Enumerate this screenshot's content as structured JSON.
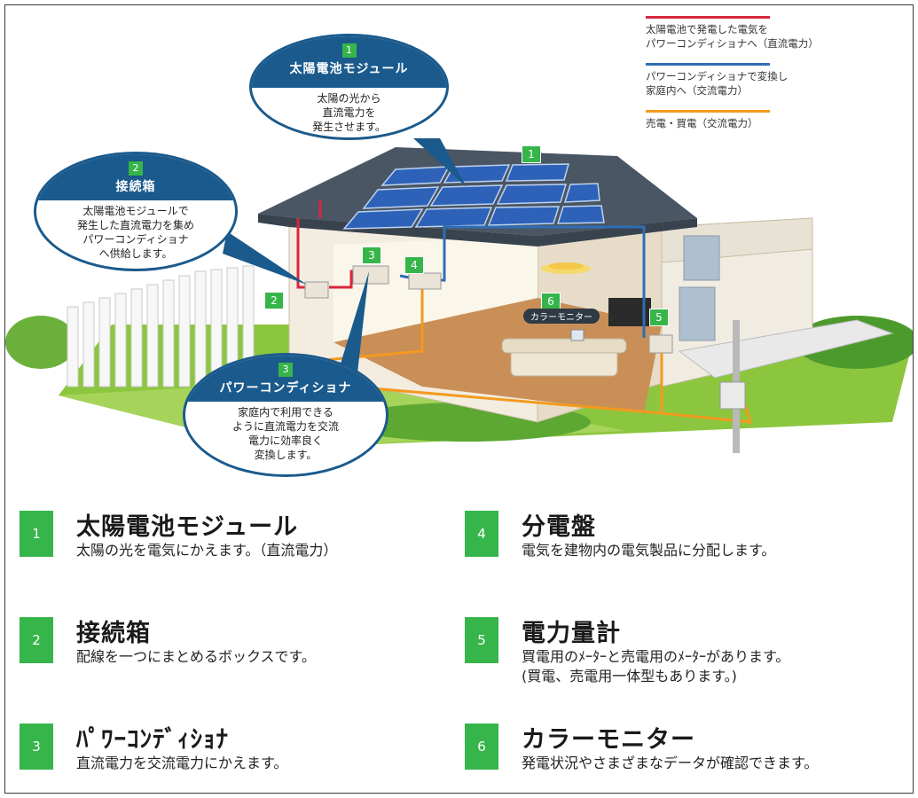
{
  "callouts": [
    {
      "number": "1",
      "title": "太陽電池モジュール",
      "text_lines": [
        "太陽の光から",
        "直流電力を",
        "発生させます。"
      ]
    },
    {
      "number": "2",
      "title": "接続箱",
      "text_lines": [
        "太陽電池モジュールで",
        "発生した直流電力を集め",
        "パワーコンディショナ",
        "へ供給します。"
      ]
    },
    {
      "number": "3",
      "title": "パワーコンディショナ",
      "text_lines": [
        "家庭内で利用できる",
        "ように直流電力を交流",
        "電力に効率良く",
        "変換します。"
      ]
    }
  ],
  "legend": [
    {
      "color": "#d9263b",
      "lines": [
        "太陽電池で発電した電気を",
        "パワーコンディショナへ（直流電力）"
      ]
    },
    {
      "color": "#2f6db5",
      "lines": [
        "パワーコンディショナで変換し",
        "家庭内へ（交流電力）"
      ]
    },
    {
      "color": "#f39a1f",
      "lines": [
        "売電・買電（交流電力）"
      ]
    }
  ],
  "tags": [
    "1",
    "2",
    "3",
    "4",
    "5",
    "6"
  ],
  "monitor_label": "カラーモニター",
  "entries": [
    {
      "number": "1",
      "title": "太陽電池モジュール",
      "desc": [
        "太陽の光を電気にかえます。（直流電力）"
      ]
    },
    {
      "number": "2",
      "title": "接続箱",
      "desc": [
        "配線を一つにまとめるボックスです。"
      ]
    },
    {
      "number": "3",
      "title": "ﾊﾟﾜｰｺﾝﾃﾞｨｼｮﾅ",
      "desc": [
        "直流電力を交流電力にかえます。"
      ]
    },
    {
      "number": "4",
      "title": "分電盤",
      "desc": [
        "電気を建物内の電気製品に分配します。"
      ]
    },
    {
      "number": "5",
      "title": "電力量計",
      "desc": [
        "買電用のﾒｰﾀｰと売電用のﾒｰﾀｰがあります。",
        "(買電、売電用一体型もあります。)"
      ]
    },
    {
      "number": "6",
      "title": "カラーモニター",
      "desc": [
        "発電状況やさまざまなデータが確認できます。"
      ]
    }
  ],
  "colors": {
    "accent_green": "#36b54a",
    "callout_blue": "#1b5a8c",
    "roof": "#4a5663",
    "panel": "#2e62b8"
  }
}
